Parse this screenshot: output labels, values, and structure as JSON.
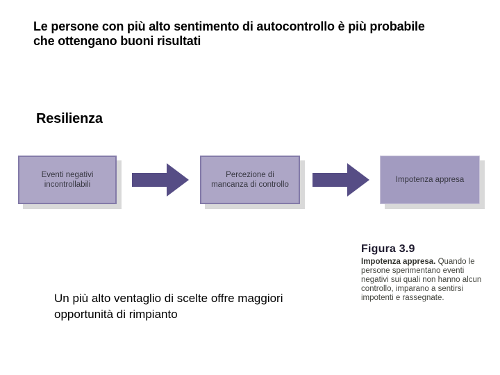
{
  "slide": {
    "title": "Le persone con più alto sentimento di autocontrollo è più probabile che ottengano buoni risultati",
    "section_heading": "Resilienza",
    "note": "Un più alto ventaglio di scelte offre maggiori opportunità di rimpianto"
  },
  "diagram": {
    "type": "flow",
    "direction": "left-to-right",
    "boxes": [
      {
        "label": "Eventi negativi incontrollabili"
      },
      {
        "label": "Percezione di mancanza di controllo"
      },
      {
        "label": "Impotenza appresa"
      }
    ],
    "arrows": [
      {
        "from": 0,
        "to": 1,
        "glyph": "right-arrow"
      },
      {
        "from": 1,
        "to": 2,
        "glyph": "right-arrow"
      }
    ]
  },
  "figure": {
    "heading": "Figura 3.9",
    "caption_title": "Impotenza appresa.",
    "caption_body": " Quando le persone sperimentano eventi negativi sui quali non hanno alcun controllo, imparano a sentirsi impotenti e rassegnate."
  },
  "colors": {
    "box_fill": "#ada6c6",
    "box_border": "#837aa8",
    "box3_fill": "#a29bc0",
    "arrow": "#564d85",
    "shadow": "#d9d9d9",
    "ink": "#000000",
    "caption_ink": "#45463f"
  }
}
